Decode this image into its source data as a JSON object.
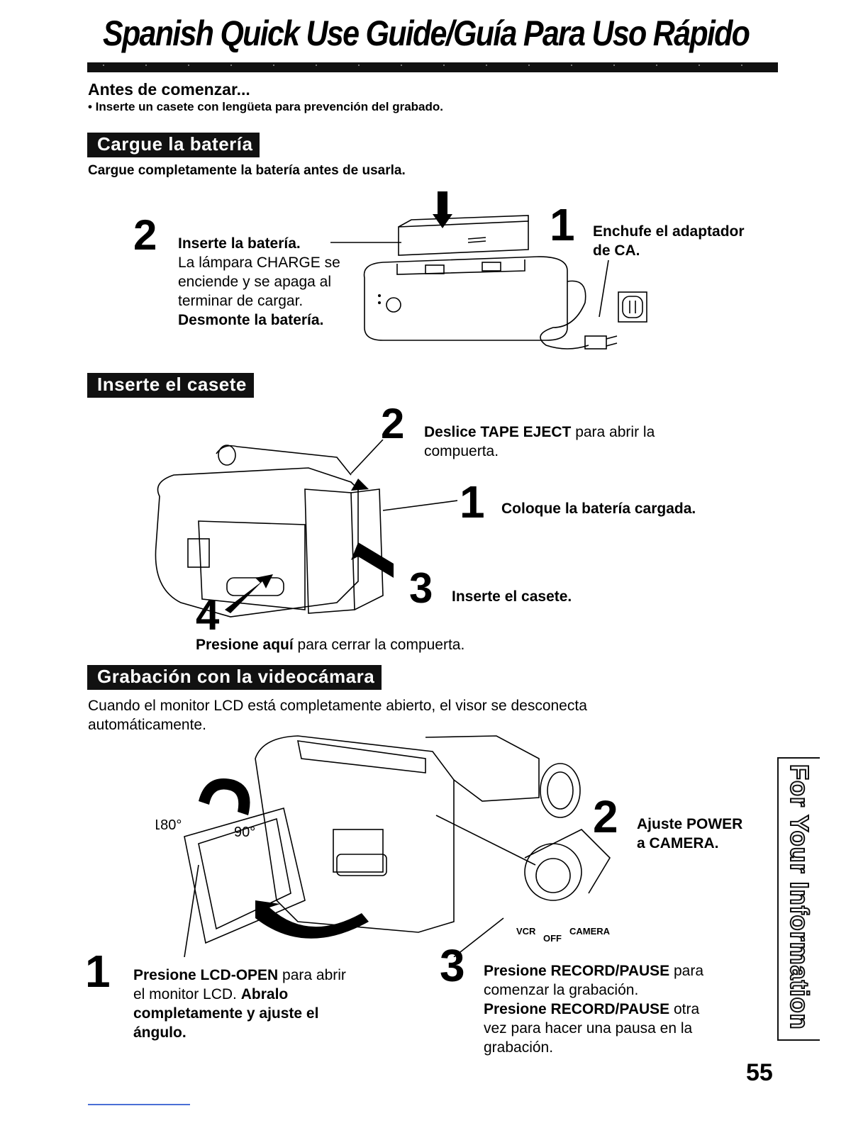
{
  "header": {
    "title": "Spanish Quick Use Guide/Guía Para Uso Rápido"
  },
  "intro": {
    "heading": "Antes de comenzar...",
    "bullet": "• Inserte un casete con lengüeta para prevención del grabado."
  },
  "section1": {
    "title": "Cargue la batería",
    "subtitle": "Cargue completamente la batería antes de usarla.",
    "step1": {
      "num": "1",
      "line1": "Enchufe el adaptador",
      "line2": "de CA."
    },
    "step2": {
      "num": "2",
      "bold1": "Inserte la batería.",
      "text1": "La lámpara CHARGE se",
      "text2": "enciende y se apaga al",
      "text3": "terminar de cargar.",
      "bold2": "Desmonte la batería."
    }
  },
  "section2": {
    "title": "Inserte el casete",
    "step2": {
      "num": "2",
      "bold": "Deslice TAPE EJECT",
      "rest": " para abrir la",
      "line2": "compuerta."
    },
    "step1": {
      "num": "1",
      "text": "Coloque la batería cargada."
    },
    "step3": {
      "num": "3",
      "text": "Inserte el casete."
    },
    "step4": {
      "num": "4",
      "bold": "Presione aquí",
      "rest": " para cerrar la compuerta."
    }
  },
  "section3": {
    "title": "Grabación con la videocámara",
    "intro1": "Cuando el monitor LCD está completamente abierto, el visor se desconecta",
    "intro2": "automáticamente.",
    "angle1": "180°",
    "angle2": "90°",
    "switch_labels": {
      "vcr": "VCR",
      "off": "OFF",
      "camera": "CAMERA"
    },
    "step1": {
      "num": "1",
      "bold1": "Presione LCD-OPEN",
      "rest1": " para abrir",
      "line2a": "el monitor LCD. ",
      "bold2": "Abralo",
      "bold3": "completamente y ajuste el",
      "bold4": "ángulo."
    },
    "step2": {
      "num": "2",
      "line1": "Ajuste POWER",
      "line2": "a CAMERA."
    },
    "step3": {
      "num": "3",
      "bold1": "Presione RECORD/PAUSE",
      "rest1": " para",
      "line2": "comenzar la grabación.",
      "bold2": "Presione RECORD/PAUSE",
      "rest2": " otra",
      "line4": "vez para hacer una pausa en la",
      "line5": "grabación."
    }
  },
  "sidebar": {
    "tab_label": "For Your Information"
  },
  "footer": {
    "page_number": "55"
  }
}
